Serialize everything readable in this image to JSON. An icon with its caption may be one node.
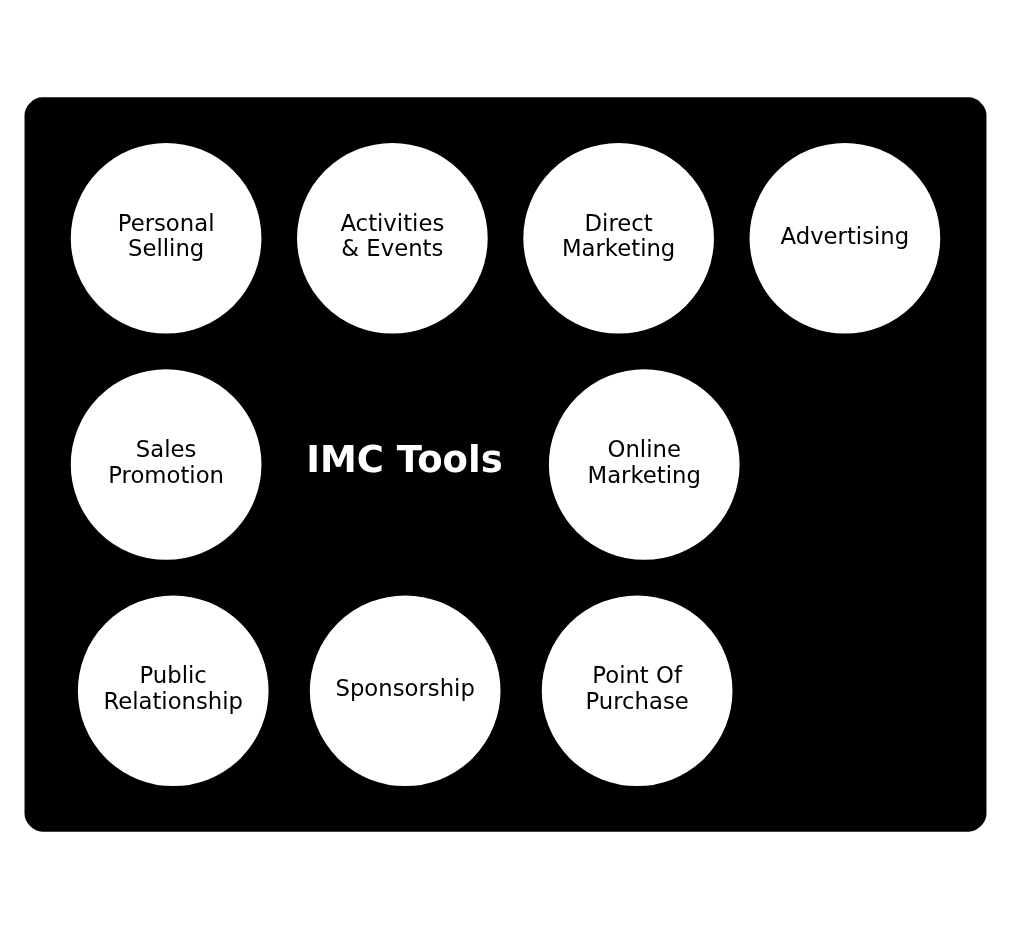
{
  "diagram": {
    "nodes": [
      {
        "text": [],
        "shape": "box"
      },
      {
        "text": [
          "Activities & Events"
        ],
        "in": 0
      },
      {
        "text": [
          "Direct Marketing"
        ],
        "in": 0
      },
      {
        "text": [
          "Personal Selling"
        ],
        "in": 0
      },
      {
        "text": [
          "Advertising"
        ],
        "in": 0
      },
      {
        "text": [
          "Sales Promotion"
        ],
        "in": 0
      },
      {
        "text": [
          "IMC Tools"
        ],
        "in": 0
      },
      {
        "text": [
          "Online Marketing"
        ],
        "in": 0
      },
      {
        "text": [
          "Public Relationship"
        ],
        "in": 0
      },
      {
        "text": [
          "Point Of Purchase"
        ],
        "in": 0
      },
      {
        "text": [
          "Sponsorship"
        ],
        "in": 0
      }
    ],
    "edges": []
  }
}
